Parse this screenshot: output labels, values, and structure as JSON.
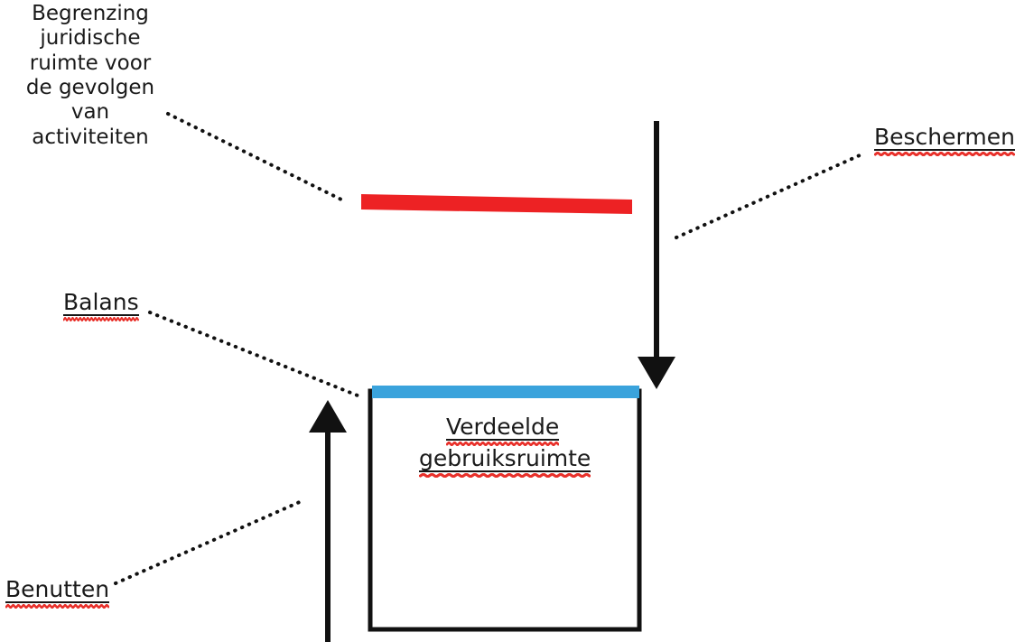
{
  "diagram": {
    "title_text": "Begrenzing juridische ruimte voor de gevolgen van activiteiten",
    "labels": {
      "top_left": "Begrenzing\njuridische\nruimte voor\nde gevolgen\nvan\nactiviteiten",
      "top_left_lines": [
        "Begrenzing",
        "juridische",
        "ruimte voor",
        "de gevolgen",
        "van",
        "activiteiten"
      ],
      "beschermen": "Beschermen",
      "balans": "Balans",
      "benutten": "Benutten",
      "box_line1": "Verdeelde",
      "box_line2": "gebruiksruimte"
    },
    "shapes": {
      "red_bar_name": "legal-limit-bar",
      "blue_bar_name": "allocated-space-top-bar",
      "box_name": "usage-space-box",
      "down_arrow_name": "protect-down-arrow",
      "up_arrow_name": "utilize-up-arrow"
    },
    "colors": {
      "red": "#ED2224",
      "blue": "#3AA3DC",
      "outline": "#111111",
      "text": "#1a1a1a",
      "squiggle": "#E8312B",
      "background": "#ffffff"
    }
  }
}
